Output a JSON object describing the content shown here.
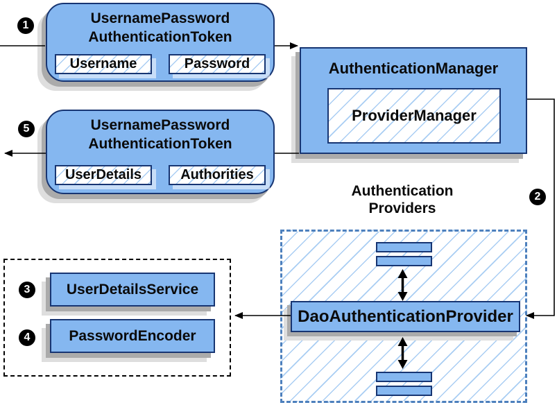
{
  "colors": {
    "box_fill": "#85b7f0",
    "box_border": "#173572",
    "hatch_line": "#a9cdf3",
    "providers_dashed_border": "#4d80bd",
    "shadow_dark": "#ababab",
    "shadow_light": "#dedede",
    "arrow_black": "#000000"
  },
  "token_request": {
    "step": "1",
    "title_line1": "UsernamePassword",
    "title_line2": "AuthenticationToken",
    "field1": "Username",
    "field2": "Password"
  },
  "auth_manager": {
    "title": "AuthenticationManager",
    "inner_label": "ProviderManager"
  },
  "token_result": {
    "step": "5",
    "title_line1": "UsernamePassword",
    "title_line2": "AuthenticationToken",
    "field1": "UserDetails",
    "field2": "Authorities"
  },
  "providers": {
    "step": "2",
    "heading_line1": "Authentication",
    "heading_line2": "Providers",
    "dao_label": "DaoAuthenticationProvider"
  },
  "collaborators": {
    "service_step": "3",
    "service_label": "UserDetailsService",
    "encoder_step": "4",
    "encoder_label": "PasswordEncoder"
  }
}
